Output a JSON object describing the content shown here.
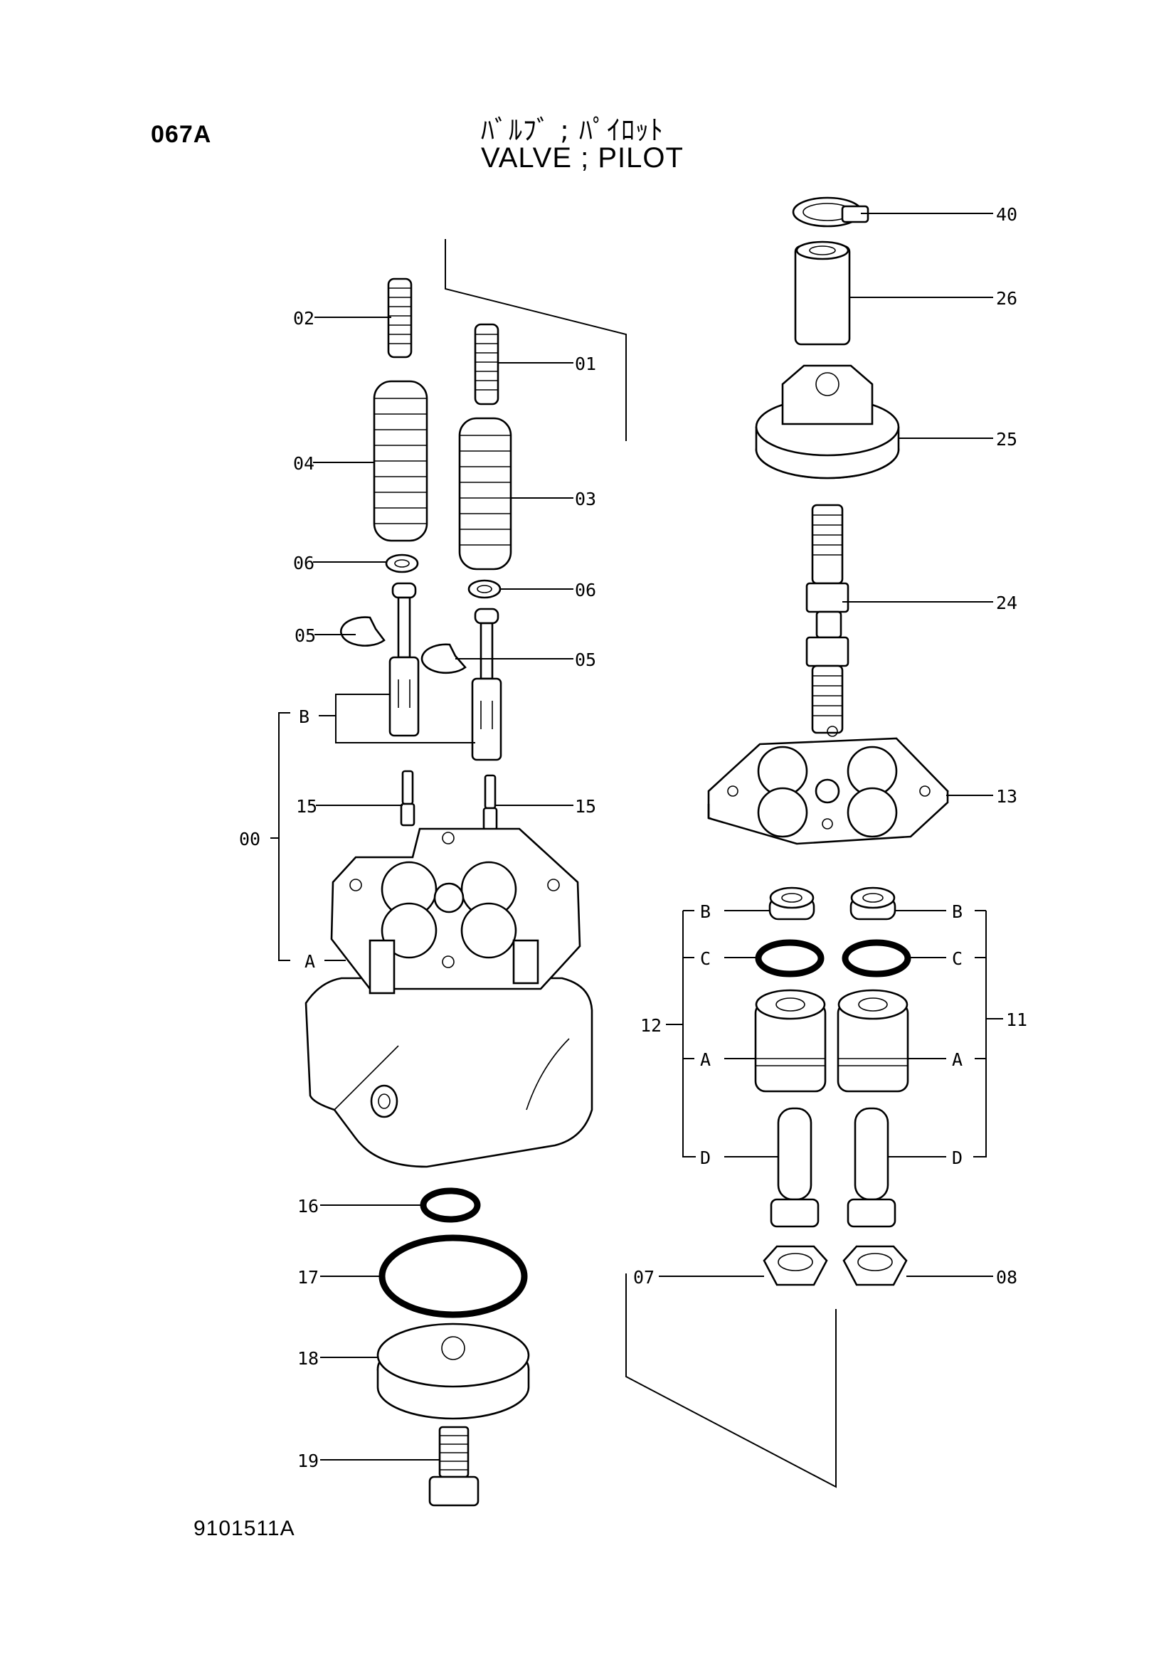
{
  "header": {
    "page_code": "067A",
    "title_jp": "ﾊﾞﾙﾌﾞ ; ﾊﾟｲﾛｯﾄ",
    "title_en": "VALVE ; PILOT"
  },
  "footer": {
    "drawing_number": "9101511A"
  },
  "callouts": {
    "p00": "00",
    "p01": "01",
    "p02": "02",
    "p03": "03",
    "p04": "04",
    "p05a": "05",
    "p05b": "05",
    "p06a": "06",
    "p06b": "06",
    "p07": "07",
    "p08": "08",
    "p11": "11",
    "p12": "12",
    "p13": "13",
    "p15a": "15",
    "p15b": "15",
    "p16": "16",
    "p17": "17",
    "p18": "18",
    "p19": "19",
    "p24": "24",
    "p25": "25",
    "p26": "26",
    "p40": "40",
    "subA_left": "A",
    "subB_left": "B",
    "r12B": "B",
    "r12C": "C",
    "r12A": "A",
    "r12D": "D",
    "r11B": "B",
    "r11C": "C",
    "r11A": "A",
    "r11D": "D"
  }
}
